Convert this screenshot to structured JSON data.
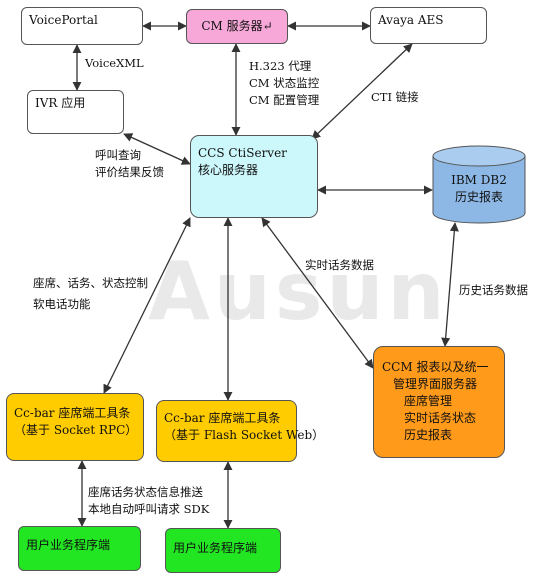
{
  "colors": {
    "white": "#ffffff",
    "pink": "#f7a8d8",
    "cyan": "#ccf7fb",
    "blue": "#8db8e6",
    "orange": "#ff9a1a",
    "yellow": "#ffcc00",
    "green": "#22e622",
    "line": "#333333"
  },
  "watermark": "Ausun",
  "nodes": {
    "voiceportal": [
      "VoicePortal"
    ],
    "cm_server": [
      "CM 服务器↵"
    ],
    "avaya_aes": [
      "Avaya AES"
    ],
    "ivr": [
      "IVR 应用"
    ],
    "ccs": [
      "CCS CtiServer",
      "核心服务器"
    ],
    "db2": [
      "IBM DB2",
      "历史报表"
    ],
    "ccm": [
      "CCM 报表以及统一",
      "管理界面服务器",
      "座席管理",
      "实时话务状态",
      "历史报表"
    ],
    "ccbar_rpc": [
      "Cc-bar 座席端工具条",
      "（基于 Socket RPC）"
    ],
    "ccbar_flash": [
      "Cc-bar 座席端工具条",
      "（基于 Flash Socket Web）"
    ],
    "user_app_1": [
      "用户业务程序端"
    ],
    "user_app_2": [
      "用户业务程序端"
    ]
  },
  "labels": {
    "voicexml": [
      "VoiceXML"
    ],
    "cm_functions": [
      "H.323 代理",
      "CM 状态监控",
      "CM 配置管理"
    ],
    "cti_link": [
      "CTI 链接"
    ],
    "call_query": [
      "呼叫查询",
      "评价结果反馈"
    ],
    "realtime_data": [
      "实时话务数据"
    ],
    "history_data": [
      "历史话务数据"
    ],
    "agent_control": [
      "座席、话务、状态控制",
      "软电话功能"
    ],
    "push_sdk": [
      "座席话务状态信息推送",
      "本地自动呼叫请求 SDK"
    ]
  }
}
